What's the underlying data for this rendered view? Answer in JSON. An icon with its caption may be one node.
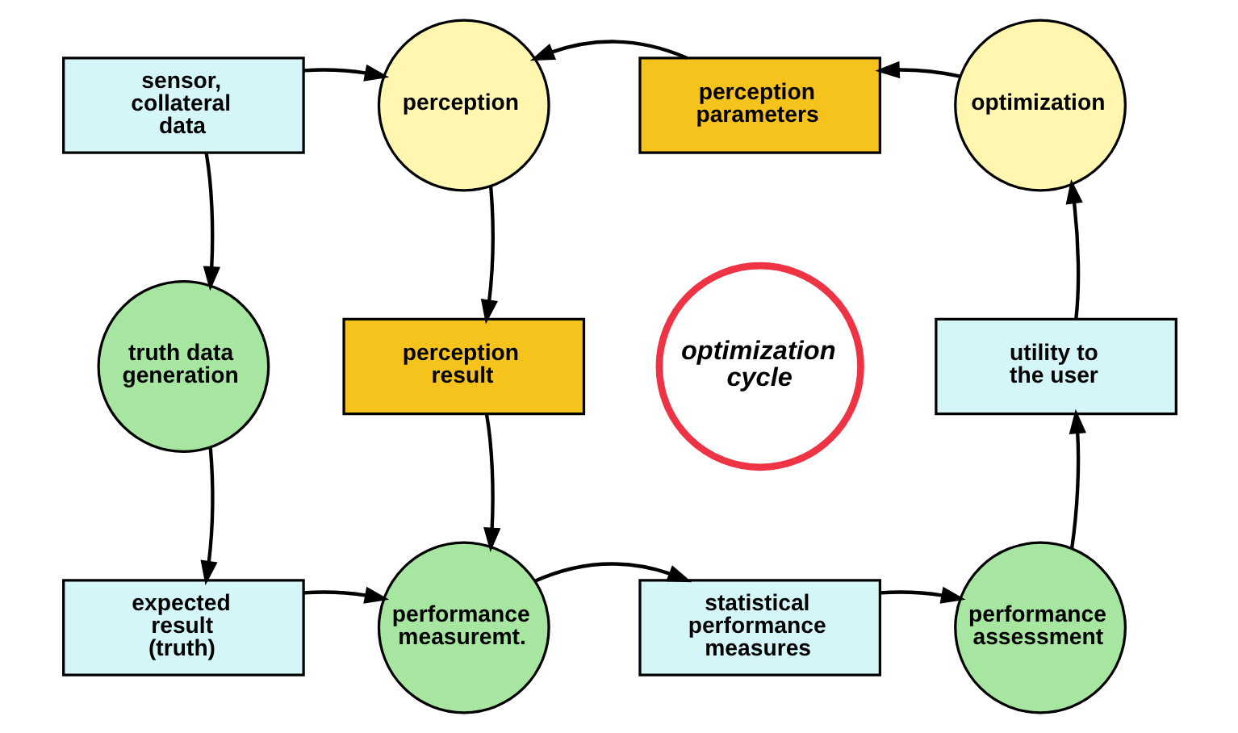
{
  "diagram": {
    "nodes": [
      {
        "text": [
          "sensor, collateral data"
        ]
      },
      {
        "text": [
          "perception"
        ]
      },
      {
        "text": [
          "perception parameters"
        ]
      },
      {
        "text": [
          "optimization"
        ]
      },
      {
        "text": [
          "truth data generation"
        ]
      },
      {
        "text": [
          "perception result"
        ]
      },
      {
        "text": [
          "utility to the user"
        ]
      },
      {
        "text": [
          "expected result (truth)"
        ]
      },
      {
        "text": [
          "performance measuremt."
        ]
      },
      {
        "text": [
          "statistical performance measures"
        ]
      },
      {
        "text": [
          "performance assessment"
        ]
      }
    ],
    "edges": [
      {
        "from": 0,
        "to": 1,
        "arrow": "to"
      },
      {
        "from": 2,
        "to": 1,
        "arrow": "to"
      },
      {
        "from": 3,
        "to": 2,
        "arrow": "to"
      },
      {
        "from": 0,
        "to": 4,
        "arrow": "to"
      },
      {
        "from": 1,
        "to": 5,
        "arrow": "to"
      },
      {
        "from": 6,
        "to": 3,
        "arrow": "to"
      },
      {
        "from": 4,
        "to": 7,
        "arrow": "to"
      },
      {
        "from": 5,
        "to": 8,
        "arrow": "to"
      },
      {
        "from": 7,
        "to": 8,
        "arrow": "to"
      },
      {
        "from": 8,
        "to": 9,
        "arrow": "to"
      },
      {
        "from": 9,
        "to": 10,
        "arrow": "to"
      },
      {
        "from": 10,
        "to": 6,
        "arrow": "to"
      }
    ],
    "labels": [
      "optimization cycle"
    ]
  }
}
